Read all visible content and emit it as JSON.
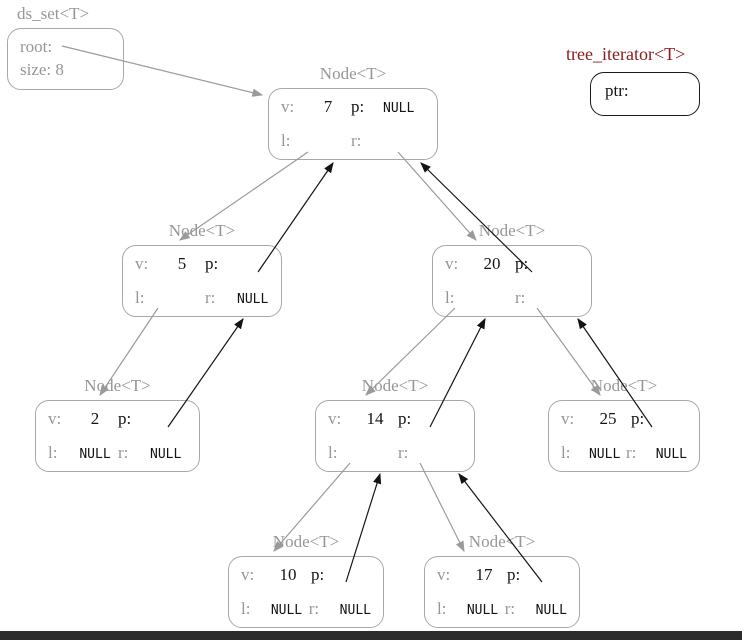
{
  "ds_set": {
    "title": "ds_set<T>",
    "root_label": "root:",
    "size_label": "size:",
    "size_value": "8"
  },
  "iterator": {
    "title": "tree_iterator<T>",
    "ptr_label": "ptr:"
  },
  "node_type_label": "Node<T>",
  "field_labels": {
    "v": "v:",
    "p": "p:",
    "l": "l:",
    "r": "r:"
  },
  "nodes": {
    "n7": {
      "v": "7",
      "p": "NULL",
      "l": "",
      "r": ""
    },
    "n5": {
      "v": "5",
      "p": "",
      "l": "",
      "r": "NULL"
    },
    "n20": {
      "v": "20",
      "p": "",
      "l": "",
      "r": ""
    },
    "n2": {
      "v": "2",
      "p": "",
      "l": "NULL",
      "r": "NULL"
    },
    "n14": {
      "v": "14",
      "p": "",
      "l": "",
      "r": ""
    },
    "n25": {
      "v": "25",
      "p": "",
      "l": "NULL",
      "r": "NULL"
    },
    "n10": {
      "v": "10",
      "p": "",
      "l": "NULL",
      "r": "NULL"
    },
    "n17": {
      "v": "17",
      "p": "",
      "l": "NULL",
      "r": "NULL"
    }
  },
  "edges": {
    "root_to": "7",
    "child_pointers": [
      "7→5",
      "7→20",
      "5→2",
      "20→14",
      "20→25",
      "14→10",
      "14→17"
    ],
    "parent_pointers": [
      "5→7",
      "20→7",
      "2→5",
      "14→20",
      "25→20",
      "10→14",
      "17→14"
    ]
  },
  "colors": {
    "gray_text": "#969696",
    "black_text": "#141414",
    "iterator_title": "#8b1a1a",
    "edge_gray": "#9a9a9a",
    "edge_black": "#141414",
    "bottom_bar": "#2c2c2c"
  }
}
